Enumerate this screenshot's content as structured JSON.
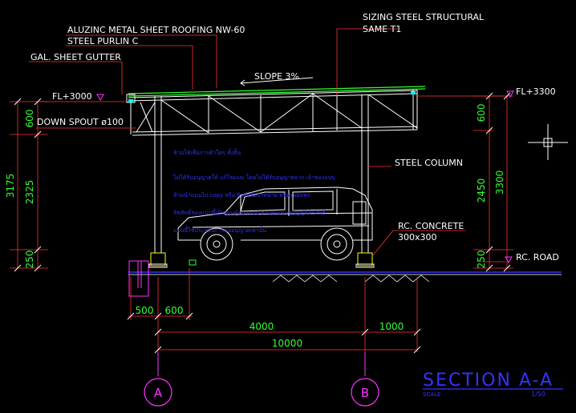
{
  "labels": {
    "roofing": "ALUZINC METAL SHEET ROOFING NW-60",
    "purlin": "STEEL PURLIN C",
    "gutter": "GAL. SHEET GUTTER",
    "slope": "SLOPE 3%",
    "sizing": "SIZING STEEL STRUCTURAL",
    "same": "SAME T1",
    "fl_left": "FL+3000",
    "fl_right": "FL+3300",
    "downspout": "DOWN SPOUT ø100",
    "steel_column": "STEEL COLUMN",
    "rc_concrete": "RC. CONCRETE",
    "rc_size": "300x300",
    "rc_road": "RC. ROAD"
  },
  "dimensions": {
    "left_total": "3175",
    "left_600": "600",
    "left_2325": "2325",
    "left_250": "250",
    "right_600": "600",
    "right_2450": "2450",
    "right_3300": "3300",
    "right_250": "250",
    "bottom_500": "500",
    "bottom_600": "600",
    "bottom_4000": "4000",
    "bottom_1000": "1000",
    "bottom_10000": "10000"
  },
  "notes": [
    "ห้ามใช้เพื่อการค้าใดๆ ทั้งสิ้น",
    "ไม่ได้รับอนุญาตให้ แก้ไขแบบ โดยไม่ได้รับอนุญาตจาก เจ้าของแบบ",
    "ห้ามนำแบบไป copy หรือ พิมพ์เพื่อจำหน่าย หรือ เผยแพร่",
    "ลิขสิทธิ์ของแบบนี้เป็นของผู้ออกแบบ ตามพระราชบัญญัติลิขสิทธิ์",
    "แบบนี้ใช้ประกอบการขออนุญาตเท่านั้น"
  ],
  "grid": {
    "a": "A",
    "b": "B"
  },
  "title": {
    "section": "SECTION A-A",
    "scale_label": "SCALE",
    "scale_value": "1/50"
  },
  "colors": {
    "background": "#000000",
    "white": "#ffffff",
    "green": "#33ff33",
    "red": "#ff3333",
    "magenta": "#ff33ff",
    "blue": "#3333ff",
    "yellow": "#ffff00",
    "cyan": "#00ffff"
  }
}
